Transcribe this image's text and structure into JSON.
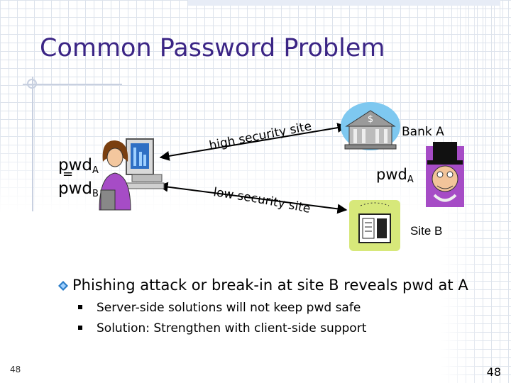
{
  "slide": {
    "title": "Common Password Problem",
    "page_number_left": "48",
    "page_number_right": "48"
  },
  "diagram": {
    "user_pwd_a_base": "pwd",
    "user_pwd_a_sub": "A",
    "equals_symbol": "=",
    "user_pwd_b_base": "pwd",
    "user_pwd_b_sub": "B",
    "high_link_label": "high security site",
    "low_link_label": "low security site",
    "bank_label": "Bank A",
    "bank_sign": "$",
    "bank_pwd_base": "pwd",
    "bank_pwd_sub": "A",
    "site_b_label": "Site B",
    "icons": [
      "user-at-computer-icon",
      "bank-building-icon",
      "attacker-icon",
      "website-document-icon"
    ],
    "colors": {
      "title": "#3b2585",
      "bullet": "#2a7cc7",
      "bank_bg": "#7ec8f0",
      "attacker_bg": "#a64cc6",
      "site_bg": "#d7e87a"
    }
  },
  "bullets": {
    "main": "Phishing attack or break-in at site B reveals pwd at A",
    "sub": [
      "Server-side solutions will not keep pwd safe",
      "Solution: Strengthen with client-side support"
    ]
  }
}
